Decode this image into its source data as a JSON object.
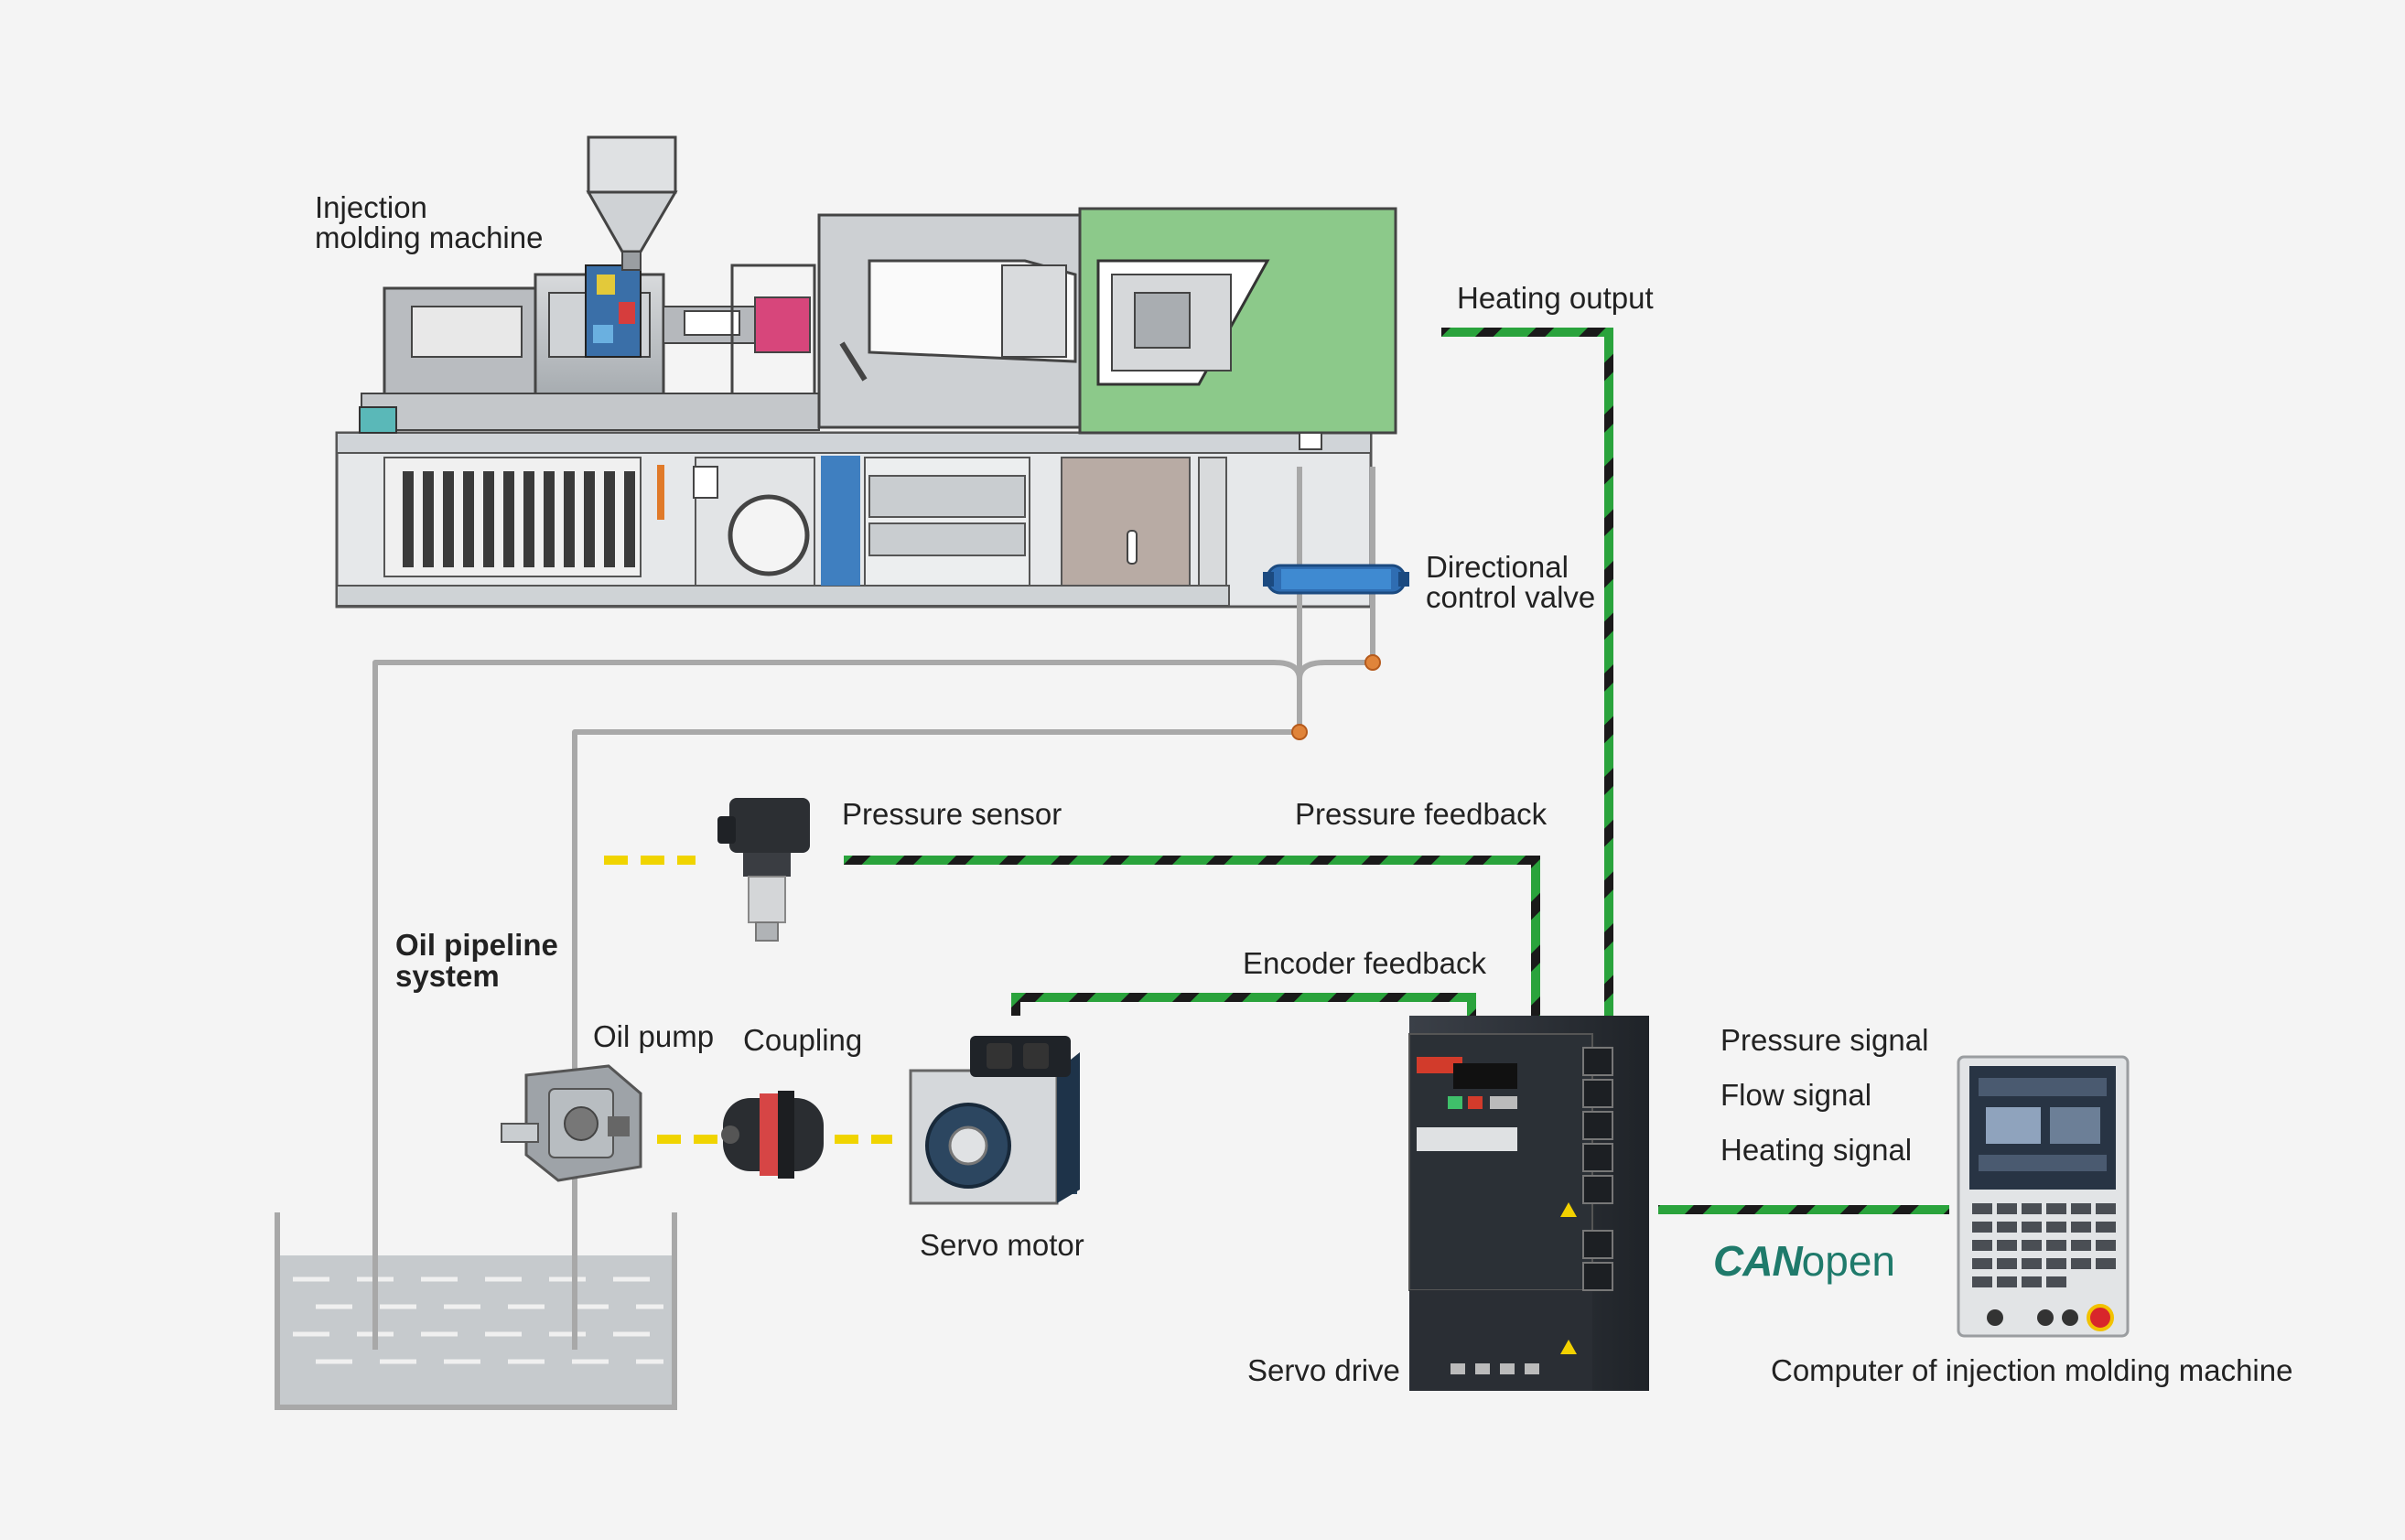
{
  "labels": {
    "machine_line1": "Injection",
    "machine_line2": "molding machine",
    "heating_output": "Heating output",
    "directional_line1": "Directional",
    "directional_line2": "control valve",
    "pressure_sensor": "Pressure sensor",
    "pressure_feedback": "Pressure feedback",
    "encoder_feedback": "Encoder feedback",
    "oil_pipeline_line1": "Oil pipeline",
    "oil_pipeline_line2": "system",
    "oil_pump": "Oil pump",
    "coupling": "Coupling",
    "servo_motor": "Servo motor",
    "servo_drive": "Servo drive",
    "pressure_signal": "Pressure signal",
    "flow_signal": "Flow signal",
    "heating_signal": "Heating signal",
    "computer": "Computer of injection molding machine"
  },
  "canopen": {
    "part1": "CAN",
    "part2": "open"
  },
  "colors": {
    "signal_green": "#2aa33c",
    "signal_black": "#1a1a1a",
    "mechanical_yellow": "#f0d400",
    "pipe_gray": "#a8a8a8",
    "machine_green": "#8cc98a",
    "joint_orange": "#e0843a"
  }
}
